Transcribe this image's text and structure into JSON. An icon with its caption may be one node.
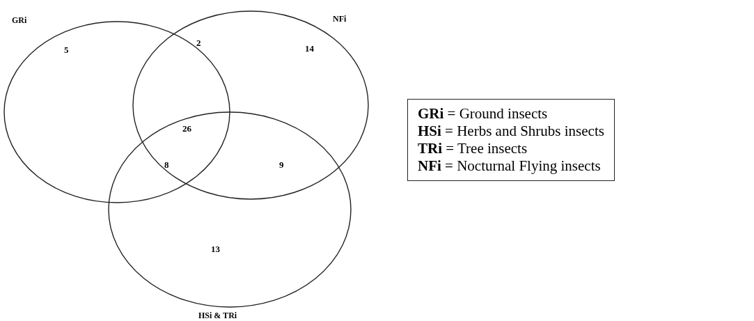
{
  "diagram": {
    "nodes": [
      {
        "text": [
          "GRi"
        ]
      },
      {
        "text": [
          "NFi"
        ]
      },
      {
        "text": [
          "HSi & TRi"
        ]
      },
      {
        "text": [
          "**GRi** = Ground insects",
          "**HSi** = Herbs and Shrubs insects",
          "**TRi** = Tree insects",
          "**NFi** = Nocturnal Flying insects"
        ]
      }
    ],
    "labels": [
      "5",
      "2",
      "14",
      "26",
      "8",
      "9",
      "13"
    ]
  }
}
